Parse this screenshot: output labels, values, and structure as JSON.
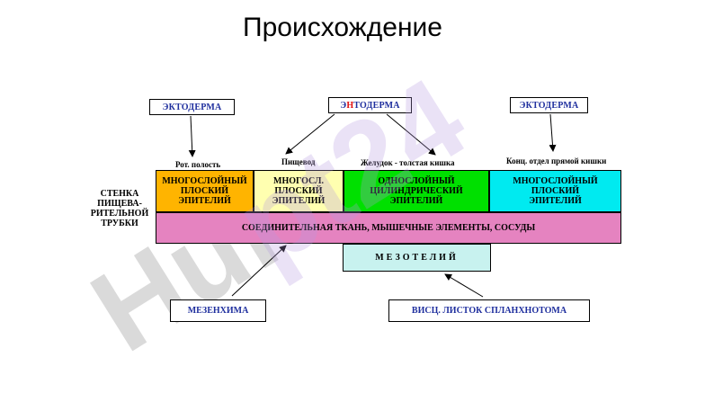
{
  "title": "Происхождение",
  "germ_layers": {
    "ecto_left": {
      "pre": "ЭК",
      "hl": "",
      "post": "ТОДЕРМА",
      "full": "ЭКТОДЕРМА"
    },
    "endo": {
      "pre": "Э",
      "hl": "Н",
      "post": "ТОДЕРМА",
      "full": "ЭНТОДЕРМА"
    },
    "ecto_right": {
      "pre": "ЭК",
      "hl": "",
      "post": "ТОДЕРМА",
      "full": "ЭКТОДЕРМА"
    }
  },
  "region_labels": {
    "oral": "Рот. полость",
    "esophagus": "Пищевод",
    "stomach_colon": "Желудок - толстая кишка",
    "rectum": "Конц. отдел прямой кишки"
  },
  "side_label": [
    "СТЕНКА",
    "ПИЩЕВА-",
    "РИТЕЛЬНОЙ",
    "ТРУБКИ"
  ],
  "epithelia": {
    "oral": {
      "lines": [
        "МНОГОСЛОЙНЫЙ",
        "ПЛОСКИЙ",
        "ЭПИТЕЛИЙ"
      ],
      "color": "#ffb400"
    },
    "esophagus": {
      "lines": [
        "МНОГОСЛ.",
        "ПЛОСКИЙ",
        "ЭПИТЕЛИЙ"
      ],
      "color": "#ffffb0"
    },
    "stomach_colon": {
      "lines": [
        "ОДНОСЛОЙНЫЙ",
        "ЦИЛИНДРИЧЕСКИЙ",
        "ЭПИТЕЛИЙ"
      ],
      "color": "#00e000"
    },
    "rectum": {
      "lines": [
        "МНОГОСЛОЙНЫЙ",
        "ПЛОСКИЙ",
        "ЭПИТЕЛИЙ"
      ],
      "color": "#00eaf0"
    }
  },
  "connective": "СОЕДИНИТЕЛЬНАЯ ТКАНЬ, МЫШЕЧНЫЕ ЭЛЕМЕНТЫ, СОСУДЫ",
  "mesothelium": "МЕЗОТЕЛИЙ",
  "mesenchyme": "МЕЗЕНХИМА",
  "splanchnotome": "ВИСЦ. ЛИСТОК СПЛАНХНОТОМА",
  "watermark": "Hulpt24"
}
